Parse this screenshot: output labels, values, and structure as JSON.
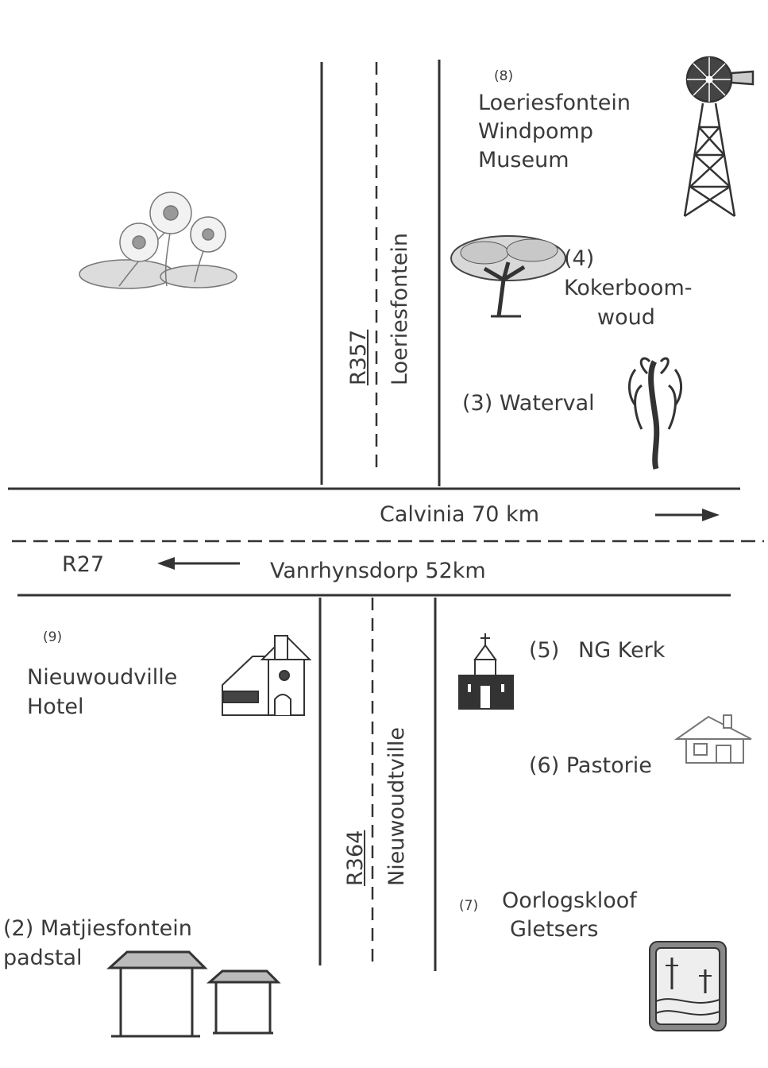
{
  "roads": {
    "north_route": "R357",
    "north_name": "Loeriesfontein",
    "south_route": "R364",
    "south_name": "Nieuwoudtville",
    "east_label": "Calvinia 70 km",
    "west_route": "R27",
    "west_label": "Vanrhynsdorp 52km",
    "east_arrow": "east-arrow",
    "west_arrow": "west-arrow"
  },
  "places": {
    "museum": {
      "num": "(8)",
      "line1": "Loeriesfontein",
      "line2": "Windpomp",
      "line3": "Museum",
      "icon": "windmill-icon"
    },
    "kokerboom": {
      "num": "(4)",
      "line1": "Kokerboom-",
      "line2": "woud",
      "icon": "tree-icon"
    },
    "waterval": {
      "text": "(3) Waterval",
      "icon": "waterfall-icon"
    },
    "hotel": {
      "num": "(9)",
      "line1": "Nieuwoudville",
      "line2": "Hotel",
      "icon": "hotel-building-icon"
    },
    "kerk": {
      "num": "(5)",
      "name": "NG Kerk",
      "icon": "church-icon"
    },
    "pastorie": {
      "text": "(6) Pastorie",
      "icon": "house-icon"
    },
    "oorlogskloof": {
      "num": "(7)",
      "line1": "Oorlogskloof",
      "line2": "Gletsers",
      "icon": "kloof-badge-icon"
    },
    "padstal": {
      "line1": "(2) Matjiesfontein",
      "line2": "padstal",
      "icon": "farm-stall-icon"
    },
    "flowers": {
      "icon": "daisy-flowers-icon"
    }
  },
  "colors": {
    "ink": "#3a3a3a",
    "background": "#ffffff"
  }
}
